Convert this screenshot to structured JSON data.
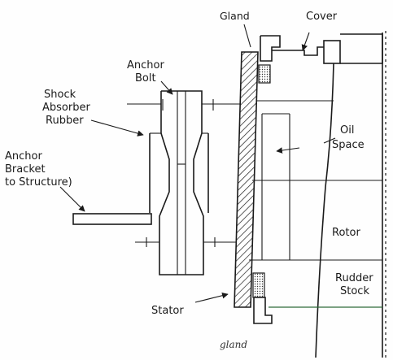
{
  "labels": {
    "gland": "Gland",
    "cover": "Cover",
    "anchor_bolt_line1": "Anchor",
    "anchor_bolt_line2": "Bolt",
    "shock_line1": "Shock",
    "shock_line2": "Absorber",
    "shock_line3": "Rubber",
    "bracket_line1": "Anchor",
    "bracket_line2": "Bracket",
    "bracket_line3": "to Structure)",
    "oil_line1": "Oil",
    "oil_line2": "Space",
    "rotor": "Rotor",
    "rudder_line1": "Rudder",
    "rudder_line2": "Stock",
    "stator": "Stator",
    "gland_handwritten": "gland"
  },
  "colors": {
    "ink": "#1a1a1a",
    "accent_line": "#2f6b3a"
  }
}
